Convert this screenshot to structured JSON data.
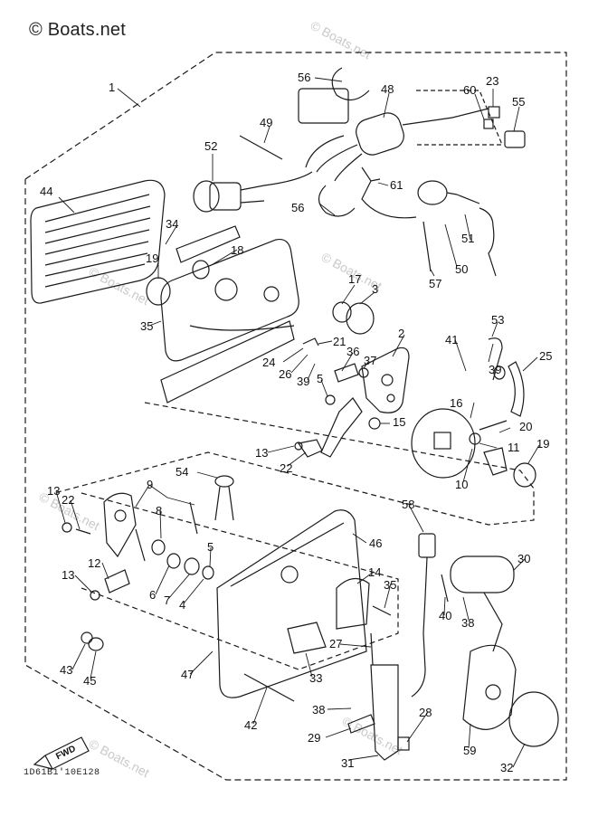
{
  "header": {
    "brand": "© Boats.net"
  },
  "watermarks": [
    "© Boats.net",
    "© Boats.net",
    "© Boats.net",
    "© Boats.net",
    "© Boats.net",
    "© Boats.net"
  ],
  "footer": {
    "diagram_code": "1D61B1'10E128",
    "fwd_label": "FWD"
  },
  "callouts": [
    "1",
    "56",
    "48",
    "23",
    "60",
    "55",
    "49",
    "52",
    "61",
    "44",
    "34",
    "18",
    "56",
    "51",
    "57",
    "50",
    "19",
    "17",
    "3",
    "35",
    "21",
    "36",
    "37",
    "2",
    "53",
    "41",
    "25",
    "24",
    "26",
    "39",
    "5",
    "39",
    "16",
    "15",
    "20",
    "13",
    "22",
    "11",
    "19",
    "10",
    "13",
    "22",
    "9",
    "54",
    "8",
    "58",
    "46",
    "30",
    "5",
    "12",
    "13",
    "6",
    "7",
    "4",
    "14",
    "35",
    "40",
    "38",
    "43",
    "45",
    "47",
    "27",
    "33",
    "42",
    "38",
    "28",
    "29",
    "31",
    "59",
    "32"
  ],
  "colors": {
    "line": "#1a1a1a",
    "watermark": "#c9c9c9"
  }
}
